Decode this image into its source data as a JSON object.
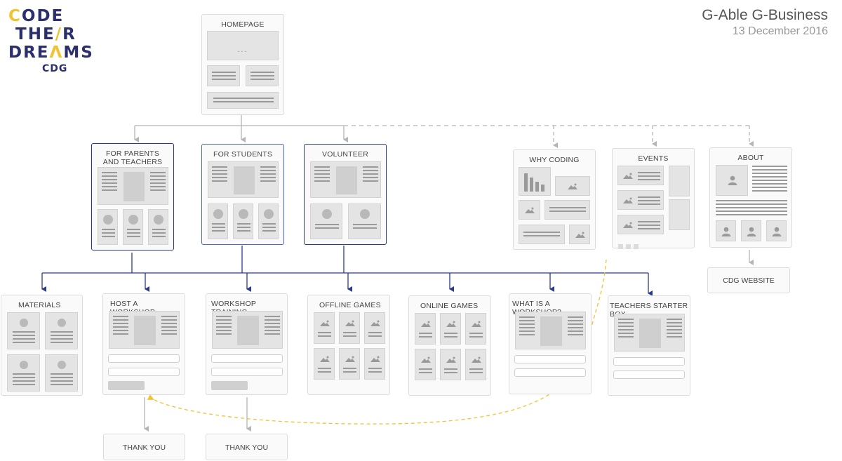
{
  "logo": {
    "line1_accent": "C",
    "line1_rest": "ODE",
    "line2_a": "THE",
    "line2_accent": "/",
    "line2_b": "R",
    "line3_a": "DRE",
    "line3_accent": "Λ",
    "line3_b": "MS",
    "sub": "CDG"
  },
  "header": {
    "title": "G-Able G-Business",
    "date": "13 December 2016"
  },
  "pages": {
    "homepage": "HOMEPAGE",
    "parents": "FOR PARENTS\nAND TEACHERS",
    "students": "FOR STUDENTS",
    "volunteer": "VOLUNTEER",
    "why_coding": "WHY CODING",
    "events": "EVENTS",
    "about": "ABOUT",
    "cdg_website": "CDG WEBSITE",
    "materials": "MATERIALS",
    "host_workshop": "HOST A WORKSHOP",
    "workshop_training": "WORKSHOP TRAINING",
    "offline_games": "OFFLINE GAMES",
    "online_games": "ONLINE GAMES",
    "what_is_workshop": "WHAT IS A WORKSHOP?",
    "teachers_starter": "TEACHERS STARTER BOX",
    "thank_you_1": "THANK YOU",
    "thank_you_2": "THANK YOU"
  },
  "homepage_dots": "...",
  "colors": {
    "primary_link": "#2b3a8a",
    "selected_border": "#4a67c2",
    "gray_link": "#b5b5b5",
    "accent_dashed": "#f2c230",
    "logo_navy": "#2b2f6b",
    "logo_yellow": "#f2c230"
  }
}
